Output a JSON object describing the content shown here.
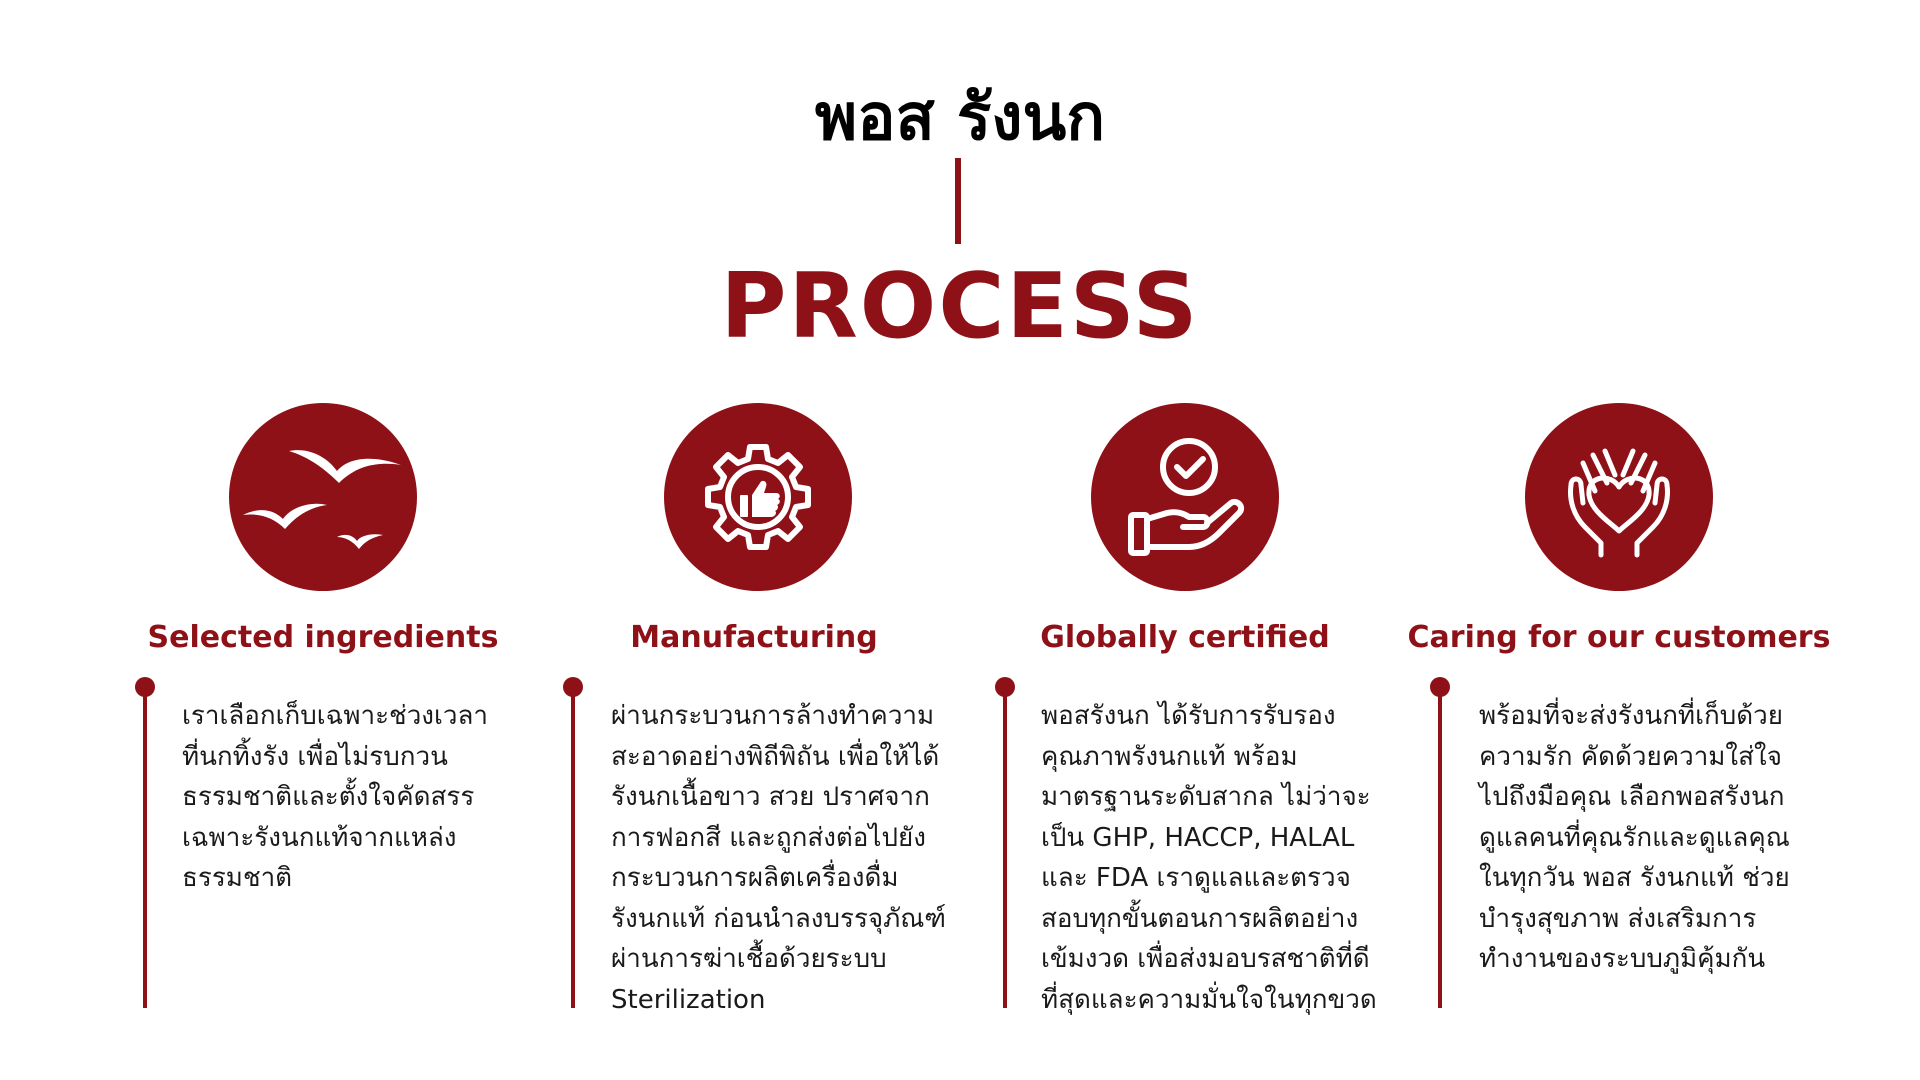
{
  "header": {
    "brand_title": "พอส รังนก",
    "process_title": "PROCESS"
  },
  "colors": {
    "accent": "#8e1118",
    "background": "#ffffff",
    "text": "#1a1a1a"
  },
  "steps": [
    {
      "icon": "birds-icon",
      "heading": "Selected ingredients",
      "lines": [
        "เราเลือกเก็บเฉพาะช่วงเวลา",
        "ที่นกทิ้งรัง เพื่อไม่รบกวน",
        "ธรรมชาติและตั้งใจคัดสรร",
        "เฉพาะรังนกแท้จากแหล่ง",
        "ธรรมชาติ"
      ]
    },
    {
      "icon": "gear-thumbs-up-icon",
      "heading": "Manufacturing",
      "lines": [
        "ผ่านกระบวนการล้างทำความ",
        "สะอาดอย่างพิถีพิถัน เพื่อให้ได้",
        "รังนกเนื้อขาว สวย ปราศจาก",
        "การฟอกสี และถูกส่งต่อไปยัง",
        "กระบวนการผลิตเครื่องดื่ม",
        "รังนกแท้ ก่อนนำลงบรรจุภัณฑ์",
        "ผ่านการฆ่าเชื้อด้วยระบบ",
        "Sterilization"
      ]
    },
    {
      "icon": "hand-checkmark-icon",
      "heading": "Globally certified",
      "lines": [
        "พอสรังนก ได้รับการรับรอง",
        "คุณภาพรังนกแท้ พร้อม",
        "มาตรฐานระดับสากล ไม่ว่าจะ",
        "เป็น GHP, HACCP, HALAL",
        "และ FDA เราดูแลและตรวจ",
        "สอบทุกขั้นตอนการผลิตอย่าง",
        "เข้มงวด เพื่อส่งมอบรสชาติที่ดี",
        "ที่สุดและความมั่นใจในทุกขวด"
      ]
    },
    {
      "icon": "hands-heart-icon",
      "heading": "Caring for our customers",
      "lines": [
        "พร้อมที่จะส่งรังนกที่เก็บด้วย",
        "ความรัก คัดด้วยความใส่ใจ",
        "ไปถึงมือคุณ เลือกพอสรังนก",
        "ดูแลคนที่คุณรักและดูแลคุณ",
        "ในทุกวัน พอส รังนกแท้ ช่วย",
        "บำรุงสุขภาพ ส่งเสริมการ",
        "ทำงานของระบบภูมิคุ้มกัน"
      ]
    }
  ]
}
